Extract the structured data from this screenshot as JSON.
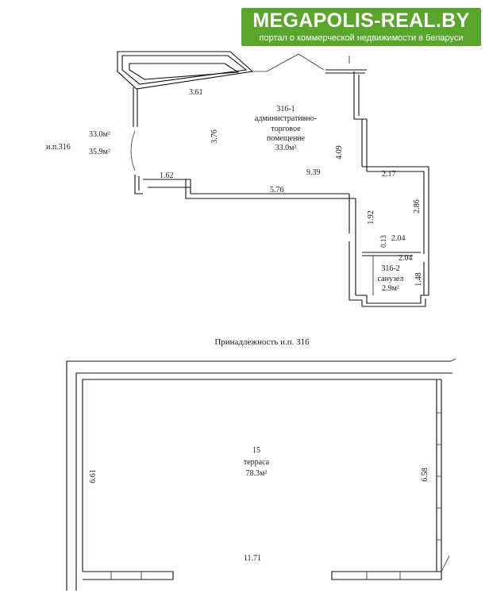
{
  "logo": {
    "title": "MEGAPOLIS-REAL.BY",
    "subtitle": "портал о коммерческой недвижимости в беларуси"
  },
  "colors": {
    "brand": "#5aa62c",
    "ink": "#111111"
  },
  "plan_top": {
    "unit_label": "и.п.316",
    "unit_area_1": "33.0м²",
    "unit_area_2": "35.9м²",
    "room1": {
      "number": "316-1",
      "name_line1": "административно-",
      "name_line2": "торговое",
      "name_line3": "помещение",
      "area": "33.0м²"
    },
    "room2": {
      "number": "316-2",
      "name": "санузел",
      "area": "2.9м²"
    },
    "dims": {
      "d361": "3.61",
      "d376": "3.76",
      "d409": "4.09",
      "d939": "9.39",
      "d162": "1.62",
      "d576": "5.76",
      "d217": "2.17",
      "d286": "2.86",
      "d192": "1.92",
      "d013": "0.13",
      "d204a": "2.04",
      "d204b": "2.04",
      "d148": "1.48"
    }
  },
  "plan_bottom": {
    "section_title": "Принадлежность и.п. 316",
    "room": {
      "number": "15",
      "name": "терраса",
      "area": "78.3м²"
    },
    "dims": {
      "left": "6.61",
      "right": "6.58",
      "bottom": "11.71"
    }
  }
}
